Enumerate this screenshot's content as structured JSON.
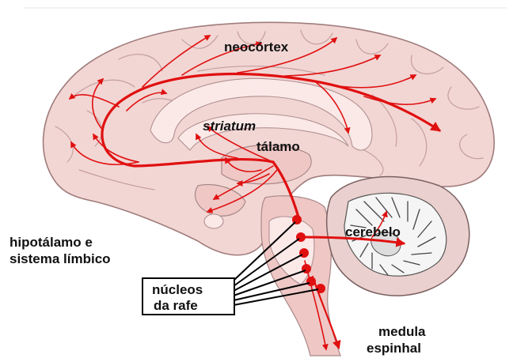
{
  "labels": {
    "neocortex": "neocórtex",
    "striatum": "striatum",
    "talamo": "tálamo",
    "cerebelo": "cerebelo",
    "hipotalamo_line1": "hipotálamo e",
    "hipotalamo_line2": "sistema límbico",
    "nucleos_line1": "núcleos",
    "nucleos_line2": "da rafe",
    "medula_line1": "medula",
    "medula_line2": "espinhal"
  },
  "colors": {
    "pathway": "#e01010",
    "tissue": "#f2d6d4",
    "outline": "#a07c7c",
    "label_text": "#111111"
  },
  "raphe_nuclei_count": 6
}
